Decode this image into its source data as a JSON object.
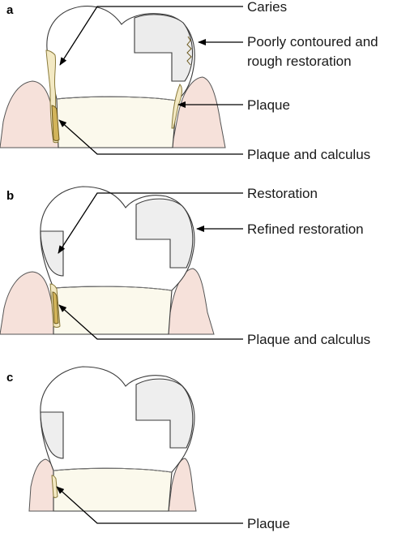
{
  "panels": [
    {
      "letter": "a",
      "labels": {
        "caries": "Caries",
        "poor_restoration_line1": "Poorly contoured and",
        "poor_restoration_line2": "rough restoration",
        "plaque": "Plaque",
        "plaque_calculus": "Plaque and calculus"
      }
    },
    {
      "letter": "b",
      "labels": {
        "restoration": "Restoration",
        "refined_restoration": "Refined restoration",
        "plaque_calculus": "Plaque and calculus"
      }
    },
    {
      "letter": "c",
      "labels": {
        "plaque": "Plaque"
      }
    }
  ],
  "colors": {
    "gum": "#f6e1da",
    "root": "#fbf9ec",
    "restoration": "#ececec",
    "plaque": "#f3e9c3",
    "calculus": "#d2b45a"
  }
}
